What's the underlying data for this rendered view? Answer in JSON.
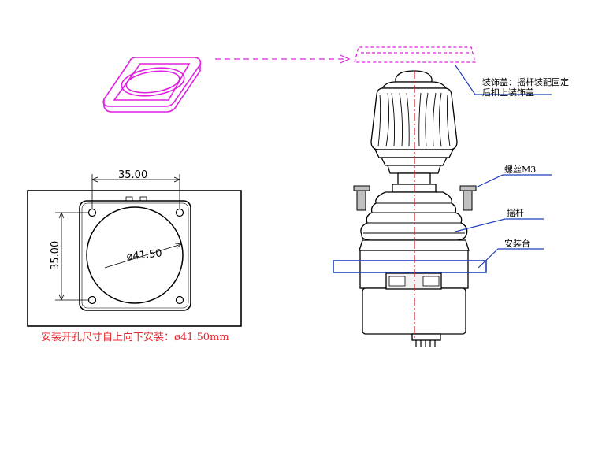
{
  "dimensions": {
    "horizontal_spacing": "35.00",
    "vertical_spacing": "35.00",
    "hole_diameter": "ø41.50"
  },
  "install_note": "安装开孔尺寸自上向下安装：ø41.50mm",
  "callouts": {
    "cover_line1": "装饰盖：摇杆装配固定",
    "cover_line2": "后扣上装饰盖",
    "screw": "螺丝M3",
    "rocker": "摇杆",
    "mount": "安装台"
  },
  "colors": {
    "cover": "#e020e0",
    "callout": "#1f3fbf",
    "centerline": "#d0202a",
    "install_text": "#e8262d"
  }
}
